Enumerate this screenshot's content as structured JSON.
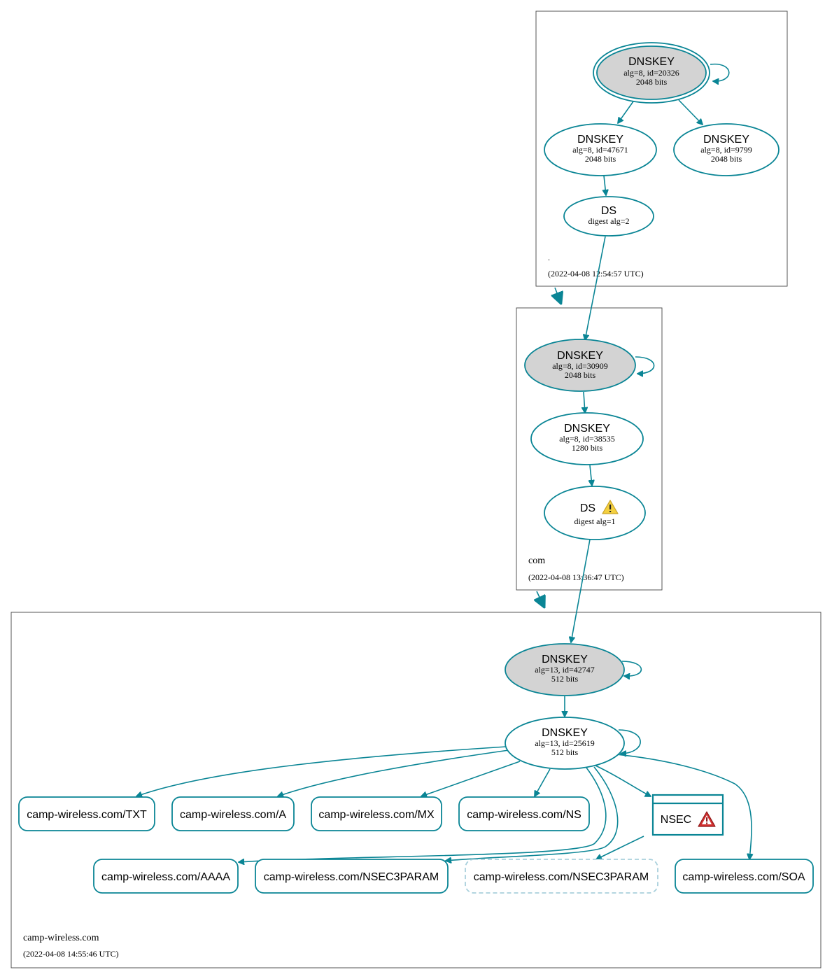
{
  "colors": {
    "edge": "#0a8595",
    "key_fill": "#d3d3d3",
    "zone_border": "#444444",
    "dashed_node": "#a9d0dc",
    "warning_yellow": "#f4d03f",
    "error_red": "#d32f2f"
  },
  "zones": {
    "root": {
      "name": ".",
      "time": "(2022-04-08 12:54:57 UTC)"
    },
    "com": {
      "name": "com",
      "time": "(2022-04-08 13:36:47 UTC)"
    },
    "camp": {
      "name": "camp-wireless.com",
      "time": "(2022-04-08 14:55:46 UTC)"
    }
  },
  "nodes": {
    "root_ksk": {
      "title": "DNSKEY",
      "line1": "alg=8, id=20326",
      "line2": "2048 bits"
    },
    "root_zsk": {
      "title": "DNSKEY",
      "line1": "alg=8, id=47671",
      "line2": "2048 bits"
    },
    "root_zsk2": {
      "title": "DNSKEY",
      "line1": "alg=8, id=9799",
      "line2": "2048 bits"
    },
    "root_ds": {
      "title": "DS",
      "line1": "digest alg=2"
    },
    "com_ksk": {
      "title": "DNSKEY",
      "line1": "alg=8, id=30909",
      "line2": "2048 bits"
    },
    "com_zsk": {
      "title": "DNSKEY",
      "line1": "alg=8, id=38535",
      "line2": "1280 bits"
    },
    "com_ds": {
      "title": "DS",
      "line1": "digest alg=1",
      "icon": "warning-icon"
    },
    "camp_ksk": {
      "title": "DNSKEY",
      "line1": "alg=13, id=42747",
      "line2": "512 bits"
    },
    "camp_zsk": {
      "title": "DNSKEY",
      "line1": "alg=13, id=25619",
      "line2": "512 bits"
    },
    "nsec": {
      "title": "NSEC",
      "icon": "error-icon"
    }
  },
  "records": {
    "txt": "camp-wireless.com/TXT",
    "a": "camp-wireless.com/A",
    "mx": "camp-wireless.com/MX",
    "ns": "camp-wireless.com/NS",
    "aaaa": "camp-wireless.com/AAAA",
    "nsec3param": "camp-wireless.com/NSEC3PARAM",
    "nsec3param_missing": "camp-wireless.com/NSEC3PARAM",
    "soa": "camp-wireless.com/SOA"
  }
}
